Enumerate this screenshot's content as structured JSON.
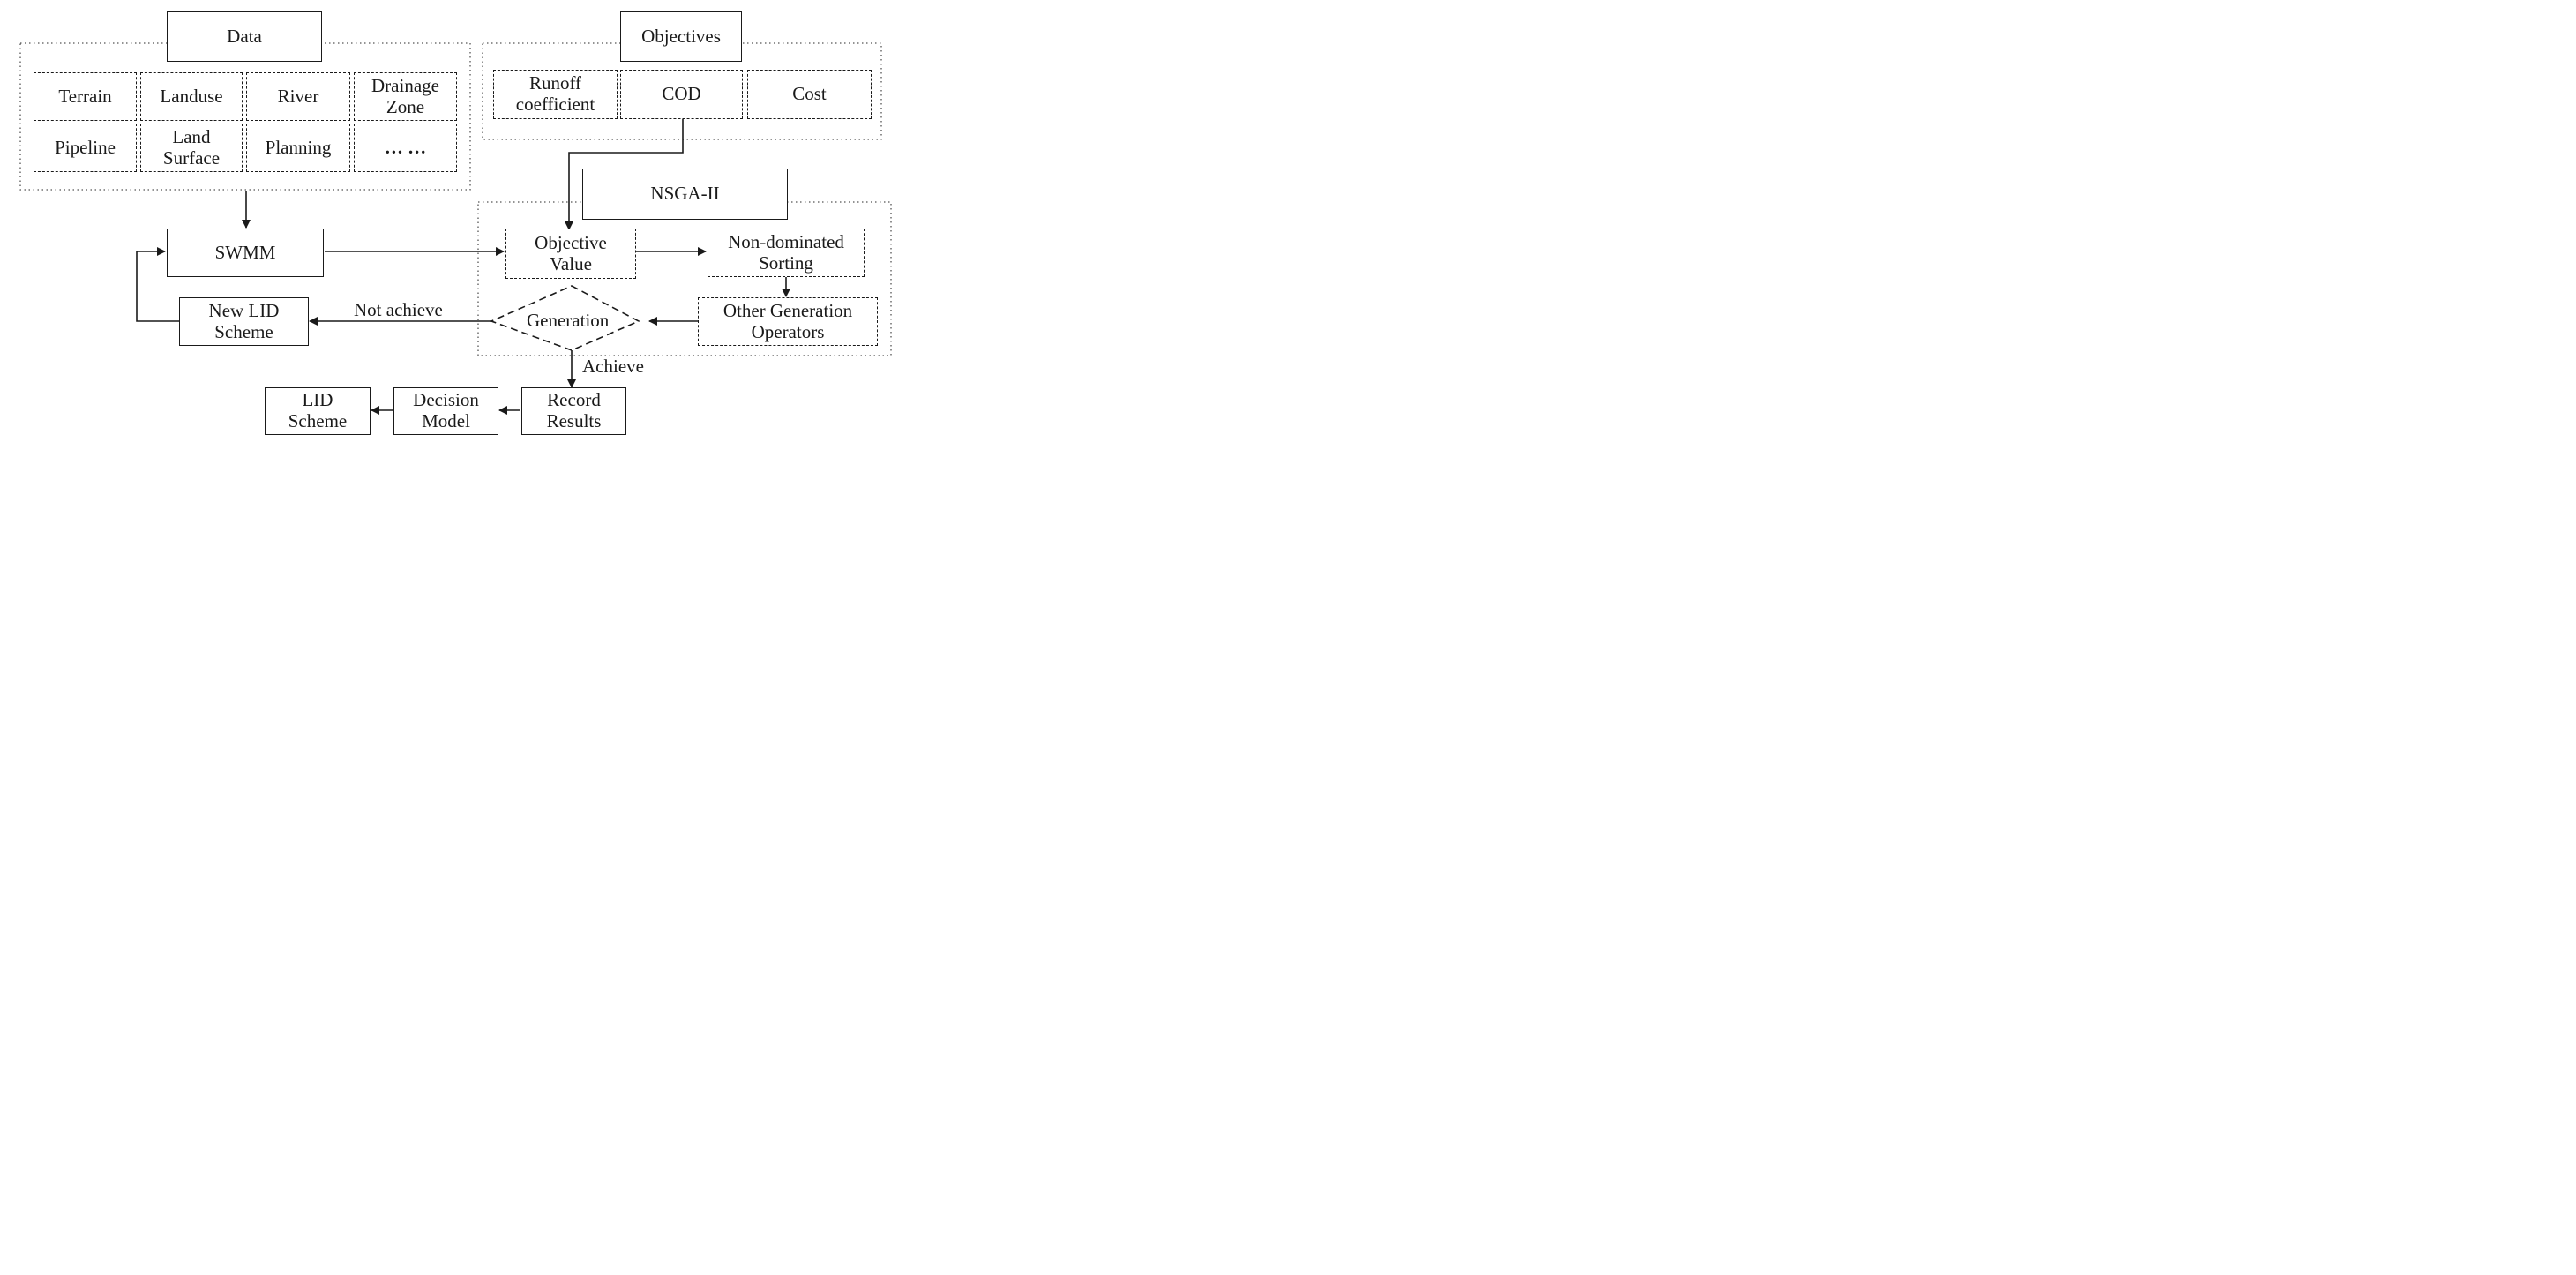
{
  "data_section": {
    "title": "Data",
    "items": [
      "Terrain",
      "Landuse",
      "River",
      "Drainage\nZone",
      "Pipeline",
      "Land\nSurface",
      "Planning",
      "… …"
    ]
  },
  "objectives_section": {
    "title": "Objectives",
    "items": [
      "Runoff\ncoefficient",
      "COD",
      "Cost"
    ]
  },
  "nsga": {
    "title": "NSGA-II",
    "objective_value": "Objective\nValue",
    "non_dominated_sorting": "Non-dominated\nSorting",
    "other_operators": "Other Generation\nOperators",
    "generation": "Generation"
  },
  "swmm": "SWMM",
  "new_lid_scheme": "New LID\nScheme",
  "not_achieve": "Not achieve",
  "achieve": "Achieve",
  "record_results": "Record\nResults",
  "decision_model": "Decision\nModel",
  "lid_scheme": "LID\nScheme"
}
